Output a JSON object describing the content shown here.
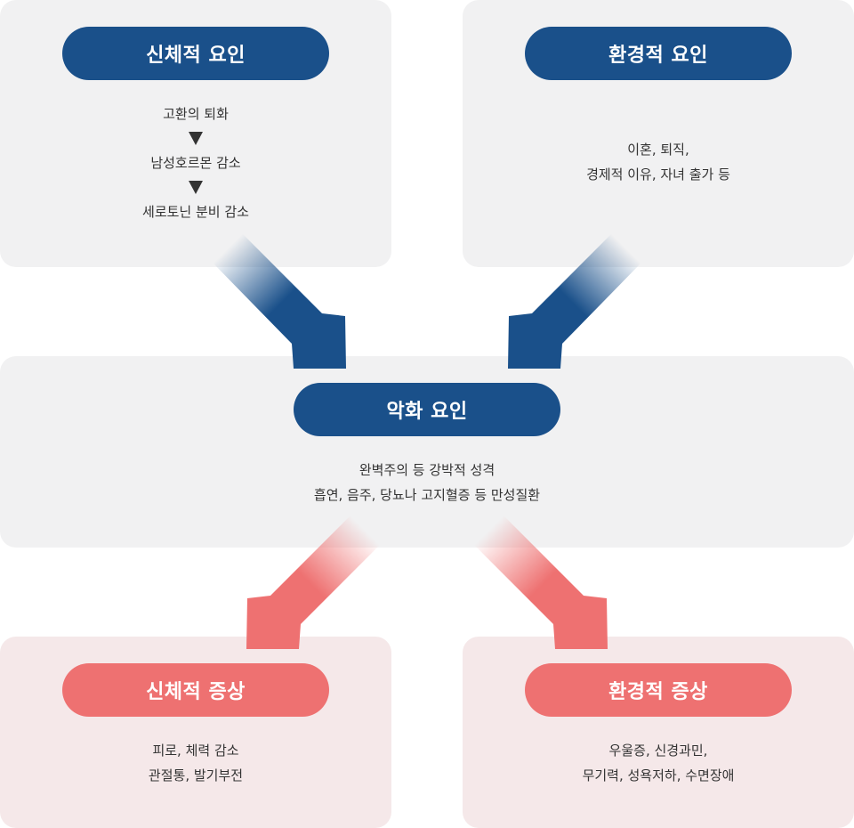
{
  "physical_factor": {
    "title": "신체적 요인",
    "steps": [
      "고환의 퇴화",
      "남성호르몬 감소",
      "세로토닌 분비 감소"
    ]
  },
  "environmental_factor": {
    "title": "환경적 요인",
    "lines": [
      "이혼, 퇴직,",
      "경제적 이유, 자녀 출가 등"
    ]
  },
  "aggravating_factor": {
    "title": "악화 요인",
    "lines": [
      "완벽주의 등 강박적 성격",
      "흡연, 음주, 당뇨나 고지혈증 등 만성질환"
    ]
  },
  "physical_symptom": {
    "title": "신체적 증상",
    "lines": [
      "피로, 체력 감소",
      "관절통, 발기부전"
    ]
  },
  "environmental_symptom": {
    "title": "환경적 증상",
    "lines": [
      "우울증, 신경과민,",
      "무기력, 성욕저하, 수면장애"
    ]
  },
  "colors": {
    "blue": "#1a508a",
    "red": "#ee7171",
    "gray_box": "#f1f1f2",
    "pink_box": "#f5e8e9"
  }
}
